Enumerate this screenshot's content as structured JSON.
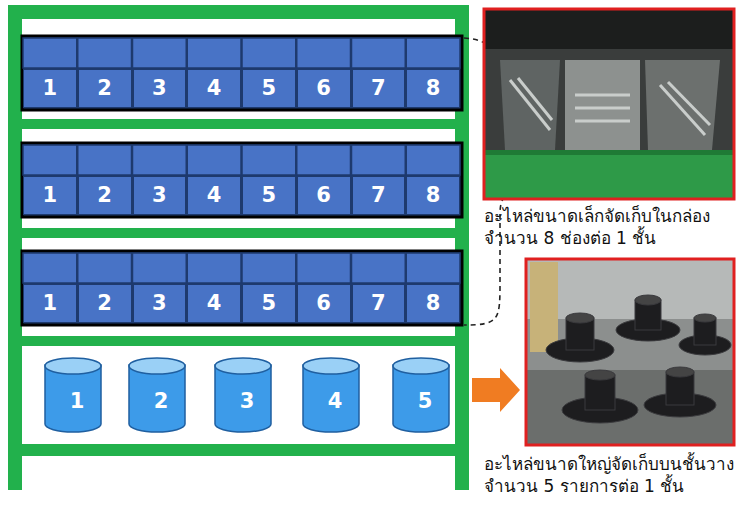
{
  "diagram": {
    "nodes": [
      {
        "text": [
          "1"
        ]
      },
      {
        "text": [
          "2"
        ]
      },
      {
        "text": [
          "3"
        ]
      },
      {
        "text": [
          "4"
        ]
      },
      {
        "text": [
          "5"
        ]
      },
      {
        "text": [
          "6"
        ]
      },
      {
        "text": [
          "7"
        ]
      },
      {
        "text": [
          "8"
        ]
      },
      {
        "text": [
          "1"
        ]
      },
      {
        "text": [
          "2"
        ]
      },
      {
        "text": [
          "3"
        ]
      },
      {
        "text": [
          "4"
        ]
      },
      {
        "text": [
          "5"
        ]
      },
      {
        "text": [
          "6"
        ]
      },
      {
        "text": [
          "7"
        ]
      },
      {
        "text": [
          "8"
        ]
      },
      {
        "text": [
          "1"
        ]
      },
      {
        "text": [
          "2"
        ]
      },
      {
        "text": [
          "3"
        ]
      },
      {
        "text": [
          "4"
        ]
      },
      {
        "text": [
          "5"
        ]
      },
      {
        "text": [
          "6"
        ]
      },
      {
        "text": [
          "7"
        ]
      },
      {
        "text": [
          "8"
        ]
      },
      {
        "text": [
          "1"
        ]
      },
      {
        "text": [
          "2"
        ]
      },
      {
        "text": [
          "3"
        ]
      },
      {
        "text": [
          "4"
        ]
      },
      {
        "text": [
          "5"
        ]
      }
    ],
    "labels": [
      "อะไหล่ขนาดเล็กจัดเก็บในกล่อง จำนวน 8 ช่องต่อ 1 ชั้น",
      "อะไหล่ขนาดใหญ่จัดเก็บบนชั้นวาง จำนวน 5 รายการต่อ 1 ชั้น"
    ]
  }
}
